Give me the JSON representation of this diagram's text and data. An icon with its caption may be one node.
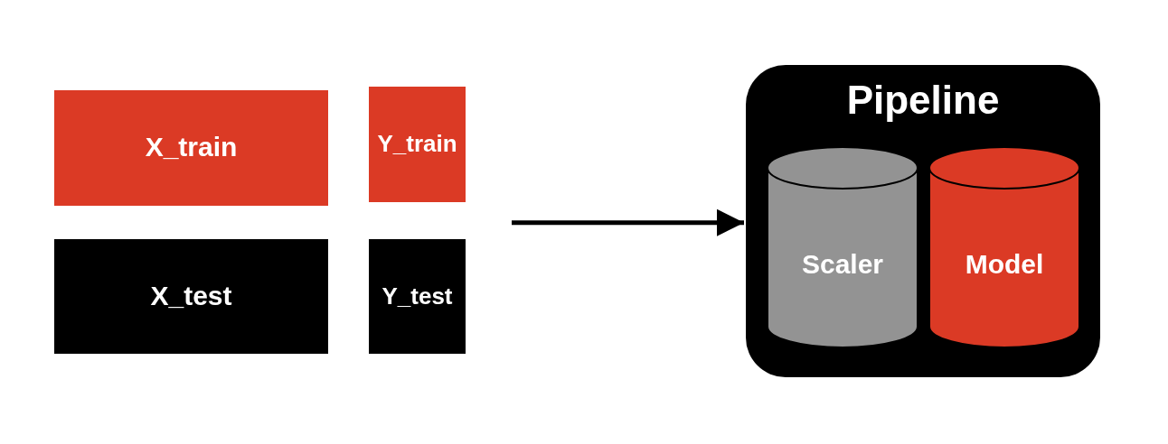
{
  "diagram": {
    "nodes": [
      {
        "text": [
          "X_train"
        ]
      },
      {
        "text": [
          "Y_train"
        ]
      },
      {
        "text": [
          "X_test"
        ]
      },
      {
        "text": [
          "Y_test"
        ]
      },
      {
        "text": [
          "Pipeline"
        ]
      },
      {
        "text": [
          "Scaler"
        ],
        "in": 4
      },
      {
        "text": [
          "Model"
        ],
        "in": 4
      }
    ],
    "edges": [
      {
        "from": null,
        "to": 4,
        "arrow": "to"
      }
    ]
  }
}
